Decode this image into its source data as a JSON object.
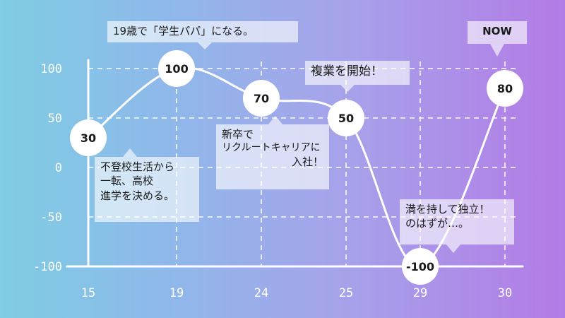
{
  "chart_data": {
    "type": "line",
    "x": [
      "15",
      "19",
      "24",
      "25",
      "29",
      "30"
    ],
    "values": [
      30,
      100,
      70,
      50,
      -100,
      80
    ],
    "point_labels": [
      "30",
      "100",
      "70",
      "50",
      "-100",
      "80"
    ],
    "y_ticks": [
      "100",
      "50",
      "0",
      "-50",
      "-100"
    ],
    "ylim": [
      -100,
      100
    ],
    "grid": true,
    "title": "",
    "xlabel": "",
    "ylabel": ""
  },
  "annotations": {
    "age19": "19歳で「学生パパ」になる。",
    "now": "NOW",
    "side_business": "複業を開始！",
    "recruit": [
      "新卒で",
      "リクルートキャリアに",
      "入社！"
    ],
    "school": [
      "不登校生活から",
      "一転、高校",
      "進学を決める。"
    ],
    "independent": [
      "満を持して独立！",
      "のはずが…。"
    ]
  },
  "colors": {
    "bg_left": "#7ecde3",
    "bg_right": "#b37be6",
    "ink": "#ffffff"
  }
}
